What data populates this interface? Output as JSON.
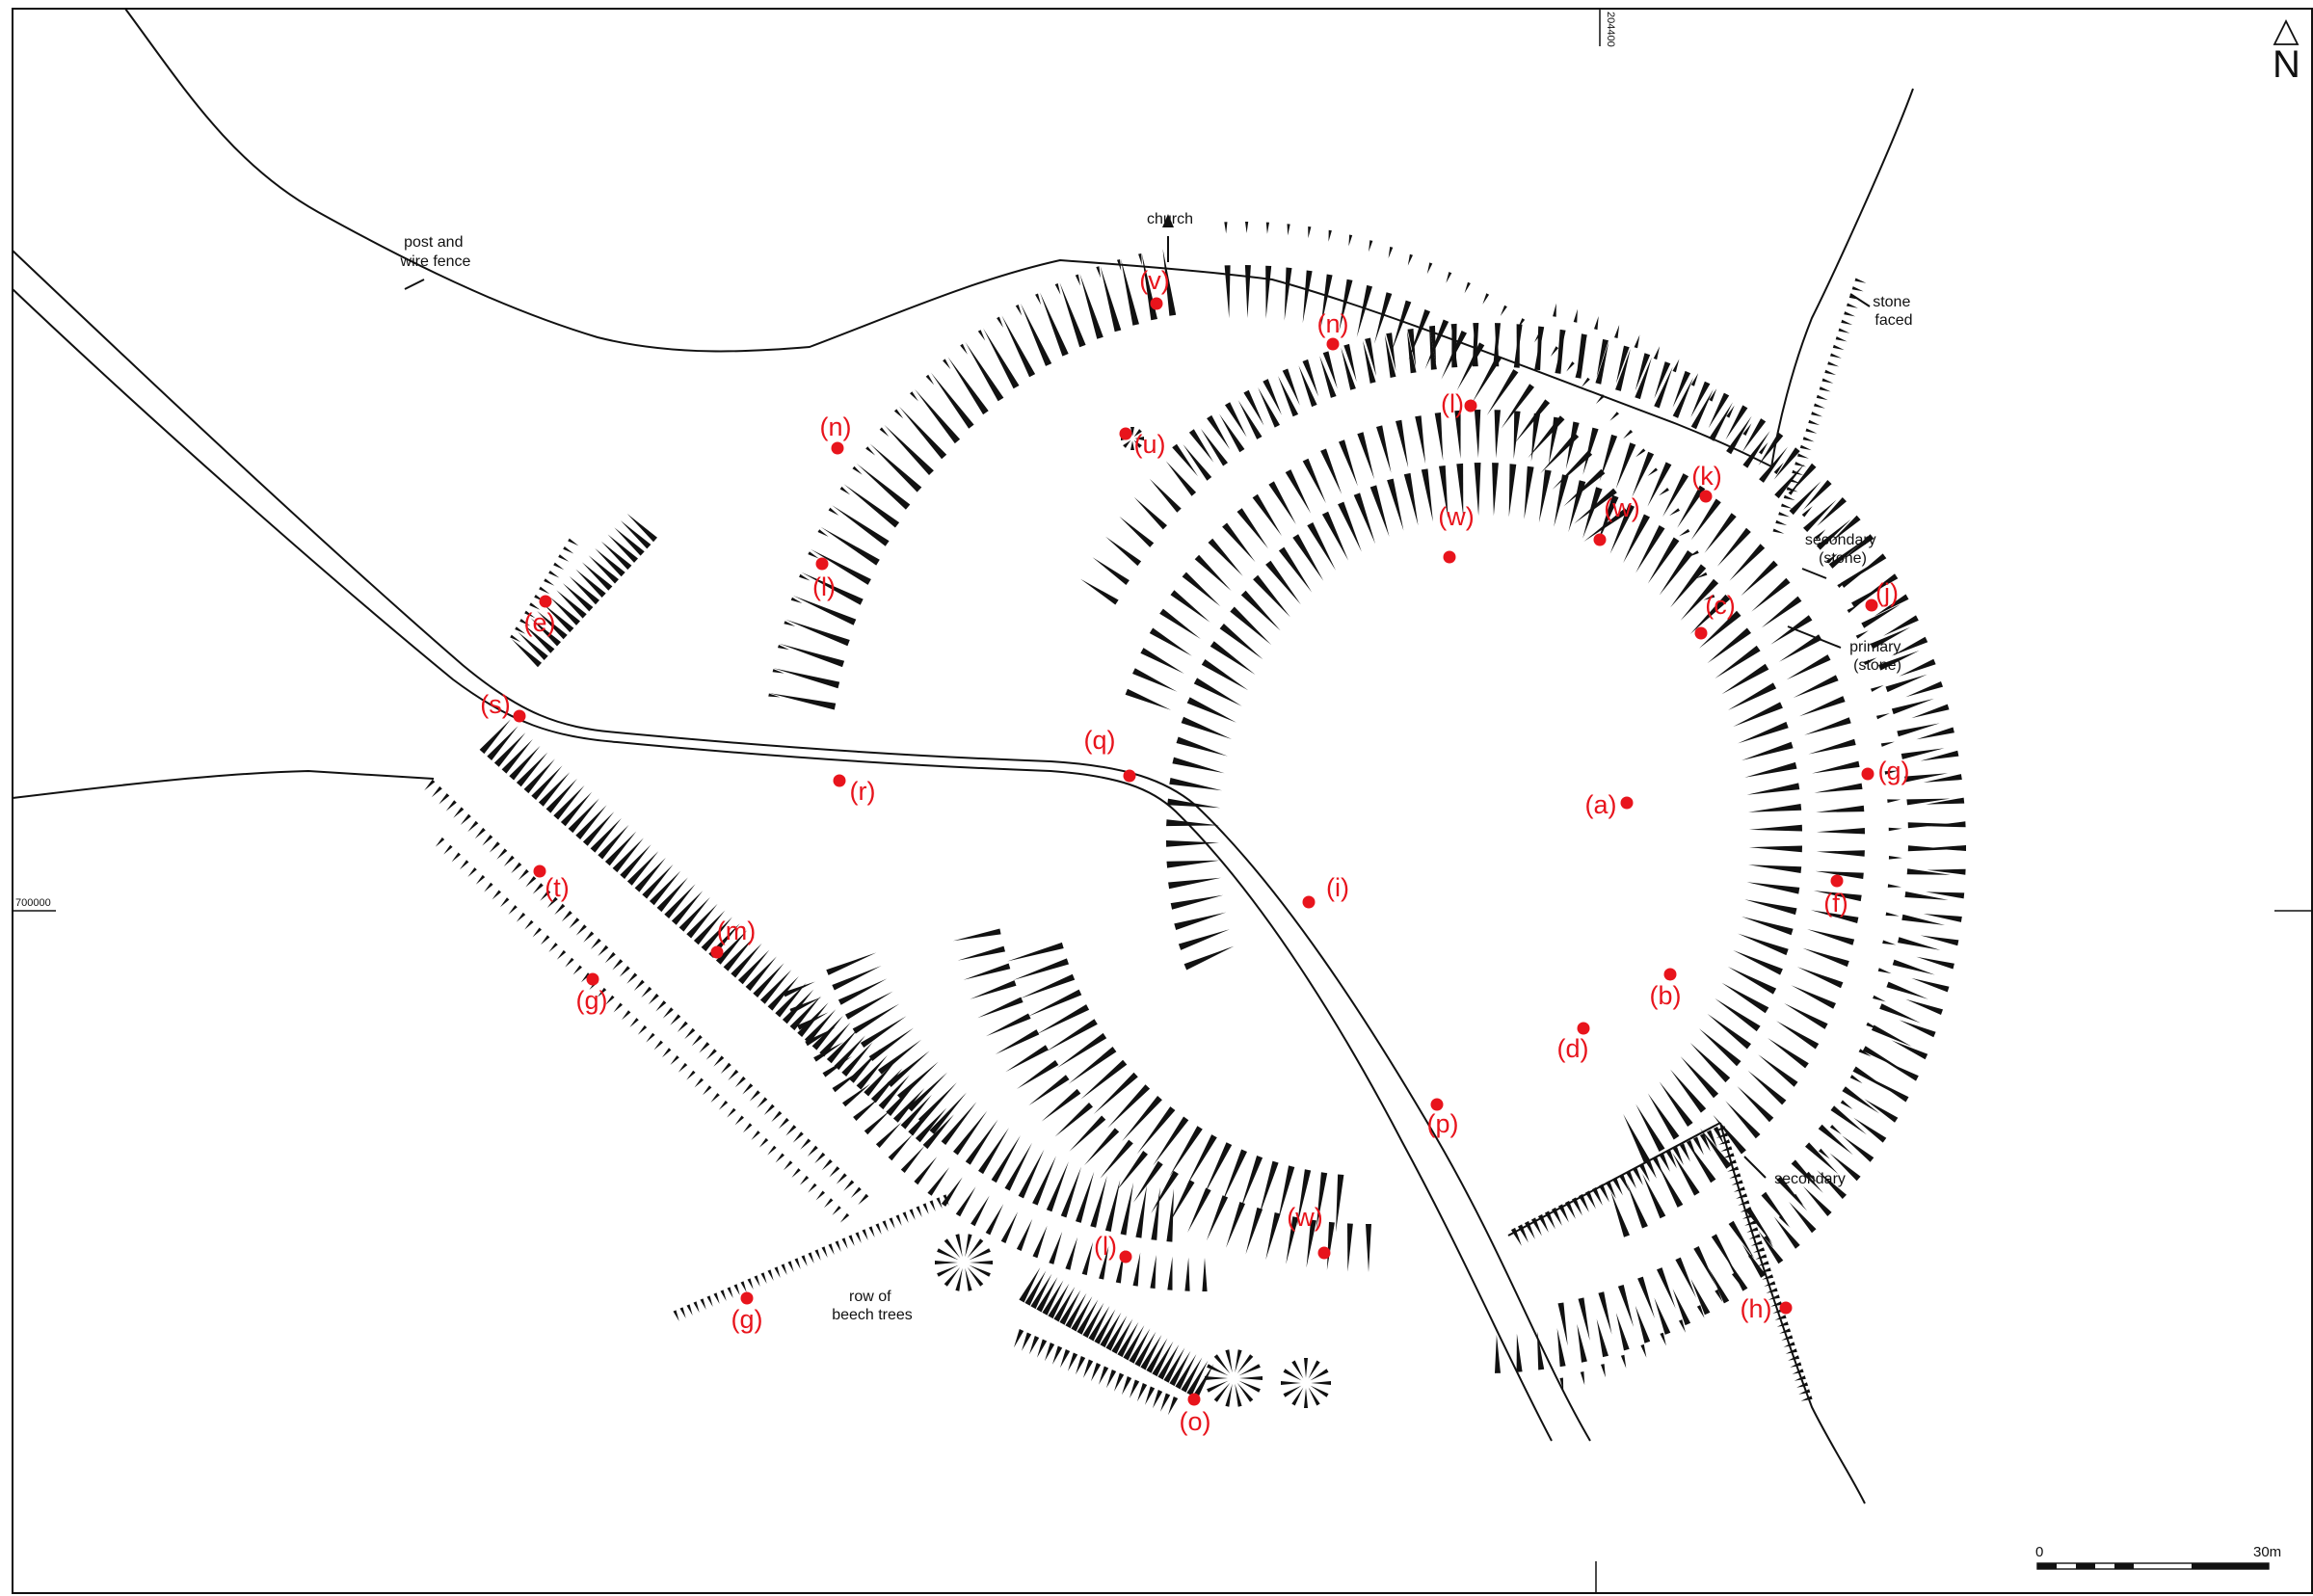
{
  "colors": {
    "marker": "#e8141c",
    "ink": "#111111",
    "paper": "#ffffff"
  },
  "grid_refs": {
    "easting": "204400",
    "northing": "700000"
  },
  "north_arrow": {
    "letter": "N"
  },
  "scale_bar": {
    "start": "0",
    "end": "30m"
  },
  "annotations": [
    {
      "id": "fence",
      "line1": "post and",
      "line2": "wire fence"
    },
    {
      "id": "church",
      "line1": "church",
      "line2": ""
    },
    {
      "id": "stone-faced",
      "line1": "stone",
      "line2": "faced"
    },
    {
      "id": "secondary-stone",
      "line1": "secondary",
      "line2": "(stone)"
    },
    {
      "id": "primary-stone",
      "line1": "primary",
      "line2": "(stone)"
    },
    {
      "id": "secondary",
      "line1": "secondary",
      "line2": ""
    },
    {
      "id": "beech",
      "line1": "row of",
      "line2": "beech trees"
    }
  ],
  "markers": [
    {
      "label": "(v)"
    },
    {
      "label": "(n)"
    },
    {
      "label": "(l)"
    },
    {
      "label": "(n)"
    },
    {
      "label": "(u)"
    },
    {
      "label": "(k)"
    },
    {
      "label": "(w)"
    },
    {
      "label": "(w)"
    },
    {
      "label": "(l)"
    },
    {
      "label": "(c)"
    },
    {
      "label": "(j)"
    },
    {
      "label": "(e)"
    },
    {
      "label": "(s)"
    },
    {
      "label": "(q)"
    },
    {
      "label": "(r)"
    },
    {
      "label": "(g)"
    },
    {
      "label": "(a)"
    },
    {
      "label": "(t)"
    },
    {
      "label": "(i)"
    },
    {
      "label": "(f)"
    },
    {
      "label": "(m)"
    },
    {
      "label": "(g)"
    },
    {
      "label": "(b)"
    },
    {
      "label": "(d)"
    },
    {
      "label": "(p)"
    },
    {
      "label": "(w)"
    },
    {
      "label": "(l)"
    },
    {
      "label": "(h)"
    },
    {
      "label": "(g)"
    },
    {
      "label": "(o)"
    }
  ]
}
